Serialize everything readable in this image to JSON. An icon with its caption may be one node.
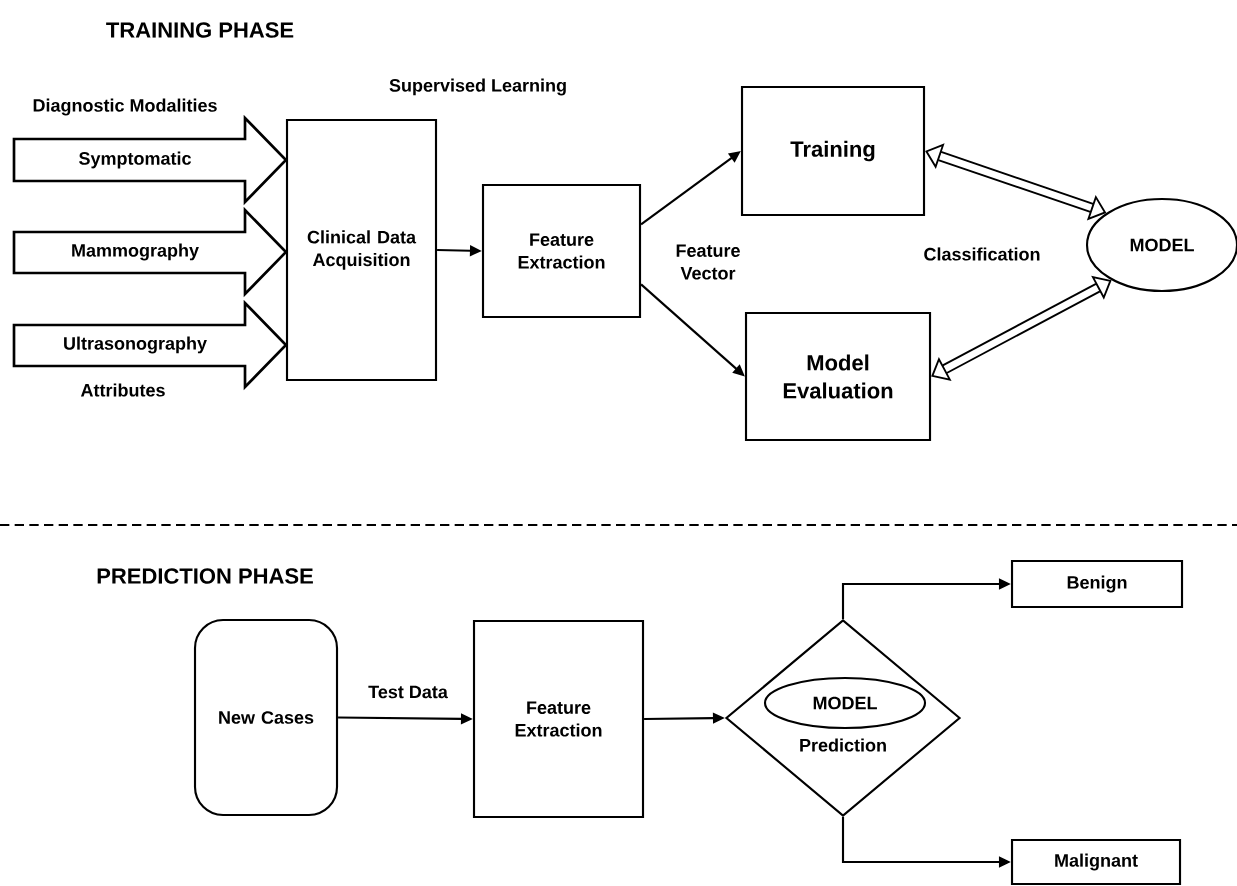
{
  "diagram": {
    "nodes": [
      {
        "text": [
          "Clinical Data Acquisition"
        ]
      },
      {
        "text": [
          "Feature Extraction"
        ]
      },
      {
        "text": [
          "Training"
        ]
      },
      {
        "text": [
          "Model Evaluation"
        ]
      },
      {
        "text": [
          "MODEL"
        ]
      },
      {
        "text": [
          "New Cases"
        ]
      },
      {
        "text": [
          "Feature Extraction"
        ]
      },
      {
        "text": [
          "Prediction"
        ]
      },
      {
        "text": [
          "MODEL"
        ],
        "in": 7
      },
      {
        "text": [
          "Benign"
        ]
      },
      {
        "text": [
          "Malignant"
        ]
      }
    ],
    "edges": [
      {
        "from": null,
        "to": 0,
        "arrow": "to",
        "label": "Symptomatic",
        "style": "thick"
      },
      {
        "from": null,
        "to": 0,
        "arrow": "to",
        "label": "Mammography",
        "style": "thick"
      },
      {
        "from": null,
        "to": 0,
        "arrow": "to",
        "label": "Ultrasonography",
        "style": "thick"
      },
      {
        "from": 0,
        "to": 1,
        "arrow": "to"
      },
      {
        "from": 1,
        "to": 2,
        "arrow": "to"
      },
      {
        "from": 1,
        "to": 3,
        "arrow": "to"
      },
      {
        "from": 2,
        "to": 4,
        "arrow": "both",
        "style": "thick"
      },
      {
        "from": 3,
        "to": 4,
        "arrow": "both",
        "style": "thick"
      },
      {
        "from": 5,
        "to": 6,
        "arrow": "to",
        "label": "Test Data"
      },
      {
        "from": 6,
        "to": 7,
        "arrow": "to"
      },
      {
        "from": 7,
        "to": 9,
        "arrow": "to"
      },
      {
        "from": 7,
        "to": 10,
        "arrow": "to"
      }
    ],
    "labels": [
      "TRAINING PHASE",
      "Supervised Learning",
      "Diagnostic Modalities",
      "Feature Vector",
      "Classification",
      "Attributes",
      "PREDICTION PHASE"
    ]
  }
}
